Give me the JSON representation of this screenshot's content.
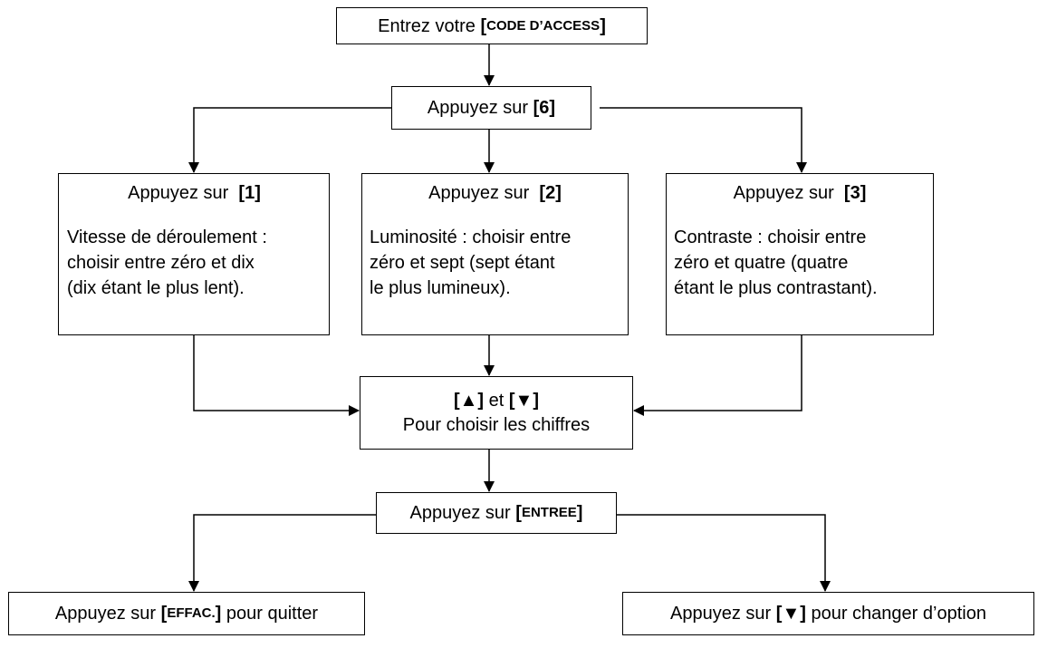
{
  "box_access": {
    "prefix": "Entrez votre ",
    "key_open": "[",
    "key": "CODE D’ACCESS",
    "key_close": "]"
  },
  "box_press6": {
    "prefix": "Appuyez sur ",
    "key": "[6]"
  },
  "box_opt1": {
    "prefix": "Appuyez sur ",
    "key": "[1]",
    "lines": [
      "Vitesse de déroulement :",
      "choisir entre zéro et dix",
      "(dix étant le plus lent)."
    ]
  },
  "box_opt2": {
    "prefix": "Appuyez sur ",
    "key": "[2]",
    "lines": [
      "Luminosité : choisir entre",
      "zéro et sept (sept étant",
      "le plus lumineux)."
    ]
  },
  "box_opt3": {
    "prefix": "Appuyez sur ",
    "key": "[3]",
    "lines": [
      "Contraste : choisir entre",
      "zéro et quatre (quatre",
      "étant le plus contrastant)."
    ]
  },
  "box_arrows": {
    "up_key": "[▲]",
    "middle": " et ",
    "down_key": "[▼]",
    "line2": "Pour choisir les chiffres"
  },
  "box_enter": {
    "prefix": "Appuyez sur ",
    "key_open": "[",
    "key": "ENTREE",
    "key_close": "]"
  },
  "box_clear": {
    "prefix": "Appuyez sur ",
    "key_open": "[",
    "key": "EFFAC.",
    "key_close": "]",
    "suffix": " pour quitter"
  },
  "box_change": {
    "prefix": "Appuyez sur ",
    "key": "[▼]",
    "suffix": " pour changer d’option"
  }
}
